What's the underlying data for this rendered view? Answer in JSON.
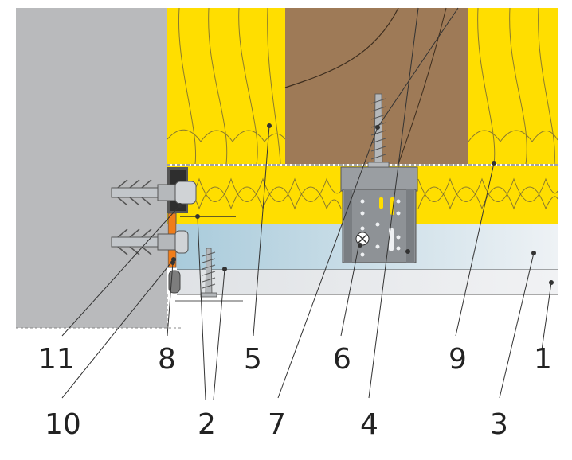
{
  "labels": {
    "l1": "1",
    "l2": "2",
    "l3": "3",
    "l4": "4",
    "l5": "5",
    "l6": "6",
    "l7": "7",
    "l8": "8",
    "l9": "9",
    "l10": "10",
    "l11": "11"
  },
  "colors": {
    "masonry": "#b9babc",
    "insulation": "#ffde00",
    "insulation_lines": "#8a7a2e",
    "timber": "#9e7a57",
    "board": "#c9dde6",
    "board_light": "#e8eef2",
    "plaster": "#ebecee",
    "bracket": "#8e9296",
    "seal": "#ef7d1a",
    "leader": "#333333"
  }
}
